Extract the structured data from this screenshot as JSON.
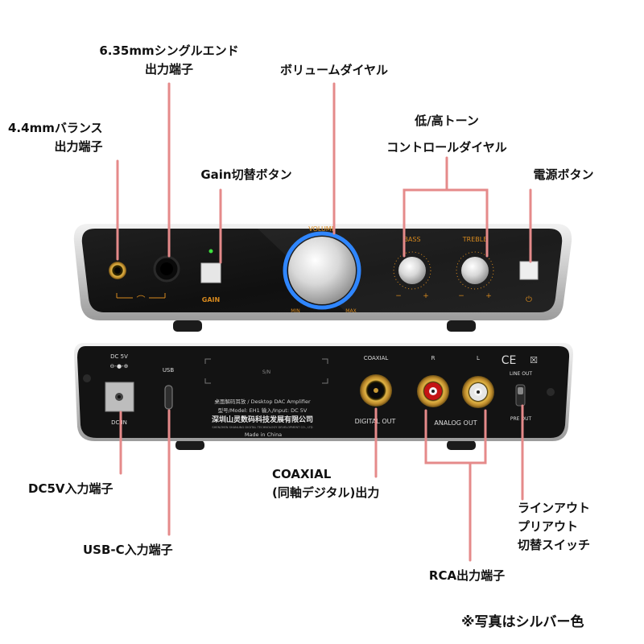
{
  "callouts": {
    "balanced_out": [
      "4.4mmバランス",
      "出力端子"
    ],
    "single_end_out": [
      "6.35mmシングルエンド",
      "出力端子"
    ],
    "volume_dial": "ボリュームダイヤル",
    "tone_dial": [
      "低/高トーン",
      "コントロールダイヤル"
    ],
    "gain_button": "Gain切替ボタン",
    "power_button": "電源ボタン",
    "dc_in": "DC5V入力端子",
    "usb_in": "USB-C入力端子",
    "coaxial_out": [
      "COAXIAL",
      "(同軸デジタル)出力"
    ],
    "line_pre_switch": [
      "ラインアウト",
      "プリアウト",
      "切替スイッチ"
    ],
    "rca_out": "RCA出力端子",
    "note": "※写真はシルバー色"
  },
  "front_panel": {
    "volume": "VOLUME",
    "min": "MIN",
    "max": "MAX",
    "bass": "BASS",
    "treble": "TREBLE",
    "gain": "GAIN",
    "minus": "−",
    "plus": "+",
    "power_symbol": "⏻",
    "headphone_symbol": "⌒"
  },
  "back_panel": {
    "dc5v": "DC 5V",
    "dc_in": "DC IN",
    "usb": "USB",
    "sn": "S/N",
    "coaxial": "COAXIAL",
    "digital_out": "DIGITAL OUT",
    "r": "R",
    "l": "L",
    "analog_out": "ANALOG OUT",
    "line_out": "LINE OUT",
    "pre_out": "PRE OUT",
    "ce": "CE",
    "product_line1": "桌面解码耳放 / Desktop DAC Amplifier",
    "product_line2": "型号/Model: EH1   输入/Input: DC 5V",
    "company": "深圳山灵数码科技发展有限公司",
    "company_en": "SHENZHEN SHANLING DIGITAL TECHNOLOGY DEVELOPMENT CO., LTD",
    "made_in": "Made in China"
  },
  "colors": {
    "callout_line": "#e58a8a",
    "panel_black": "#141414",
    "chassis_silver": "#d4d4d4",
    "accent_orange": "#d88a1e",
    "volume_ring": "#2f86ff"
  }
}
